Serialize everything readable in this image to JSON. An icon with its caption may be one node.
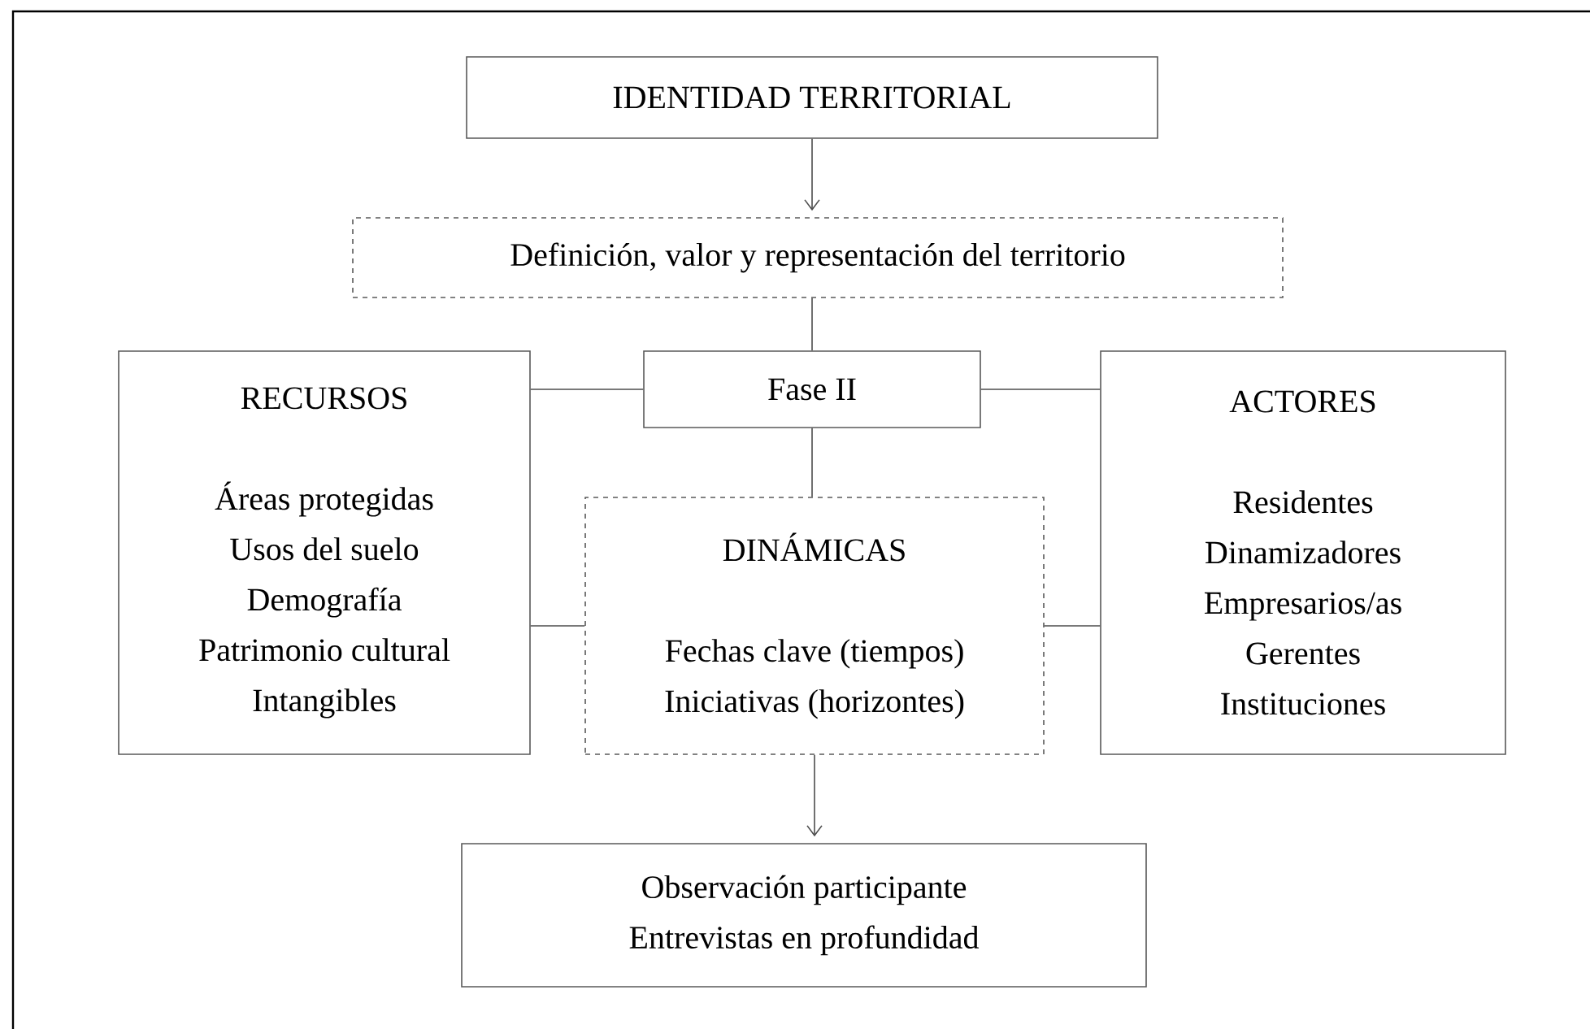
{
  "diagram": {
    "nodes": [
      {
        "text": [
          "IDENTIDAD TERRITORIAL"
        ]
      },
      {
        "text": [
          "Definición, valor y representación del territorio"
        ]
      },
      {
        "text": [
          "Fase II"
        ]
      },
      {
        "text": [
          "RECURSOS",
          "Áreas protegidas",
          "Usos del suelo",
          "Demografía",
          "Patrimonio cultural",
          "Intangibles"
        ]
      },
      {
        "text": [
          "DINÁMICAS",
          "Fechas clave (tiempos)",
          "Iniciativas (horizontes)"
        ]
      },
      {
        "text": [
          "ACTORES",
          "Residentes",
          "Dinamizadores",
          "Empresarios/as",
          "Gerentes",
          "Instituciones"
        ]
      },
      {
        "text": [
          "Observación participante",
          "Entrevistas en profundidad"
        ]
      }
    ],
    "edges": [
      {
        "from": 0,
        "to": 1,
        "arrow": "to"
      },
      {
        "from": 1,
        "to": 2,
        "arrow": "none"
      },
      {
        "from": 3,
        "to": 2,
        "arrow": "none"
      },
      {
        "from": 2,
        "to": 5,
        "arrow": "none"
      },
      {
        "from": 2,
        "to": 4,
        "arrow": "none"
      },
      {
        "from": 3,
        "to": 4,
        "arrow": "none"
      },
      {
        "from": 4,
        "to": 5,
        "arrow": "none"
      },
      {
        "from": 4,
        "to": 6,
        "arrow": "to"
      }
    ]
  }
}
